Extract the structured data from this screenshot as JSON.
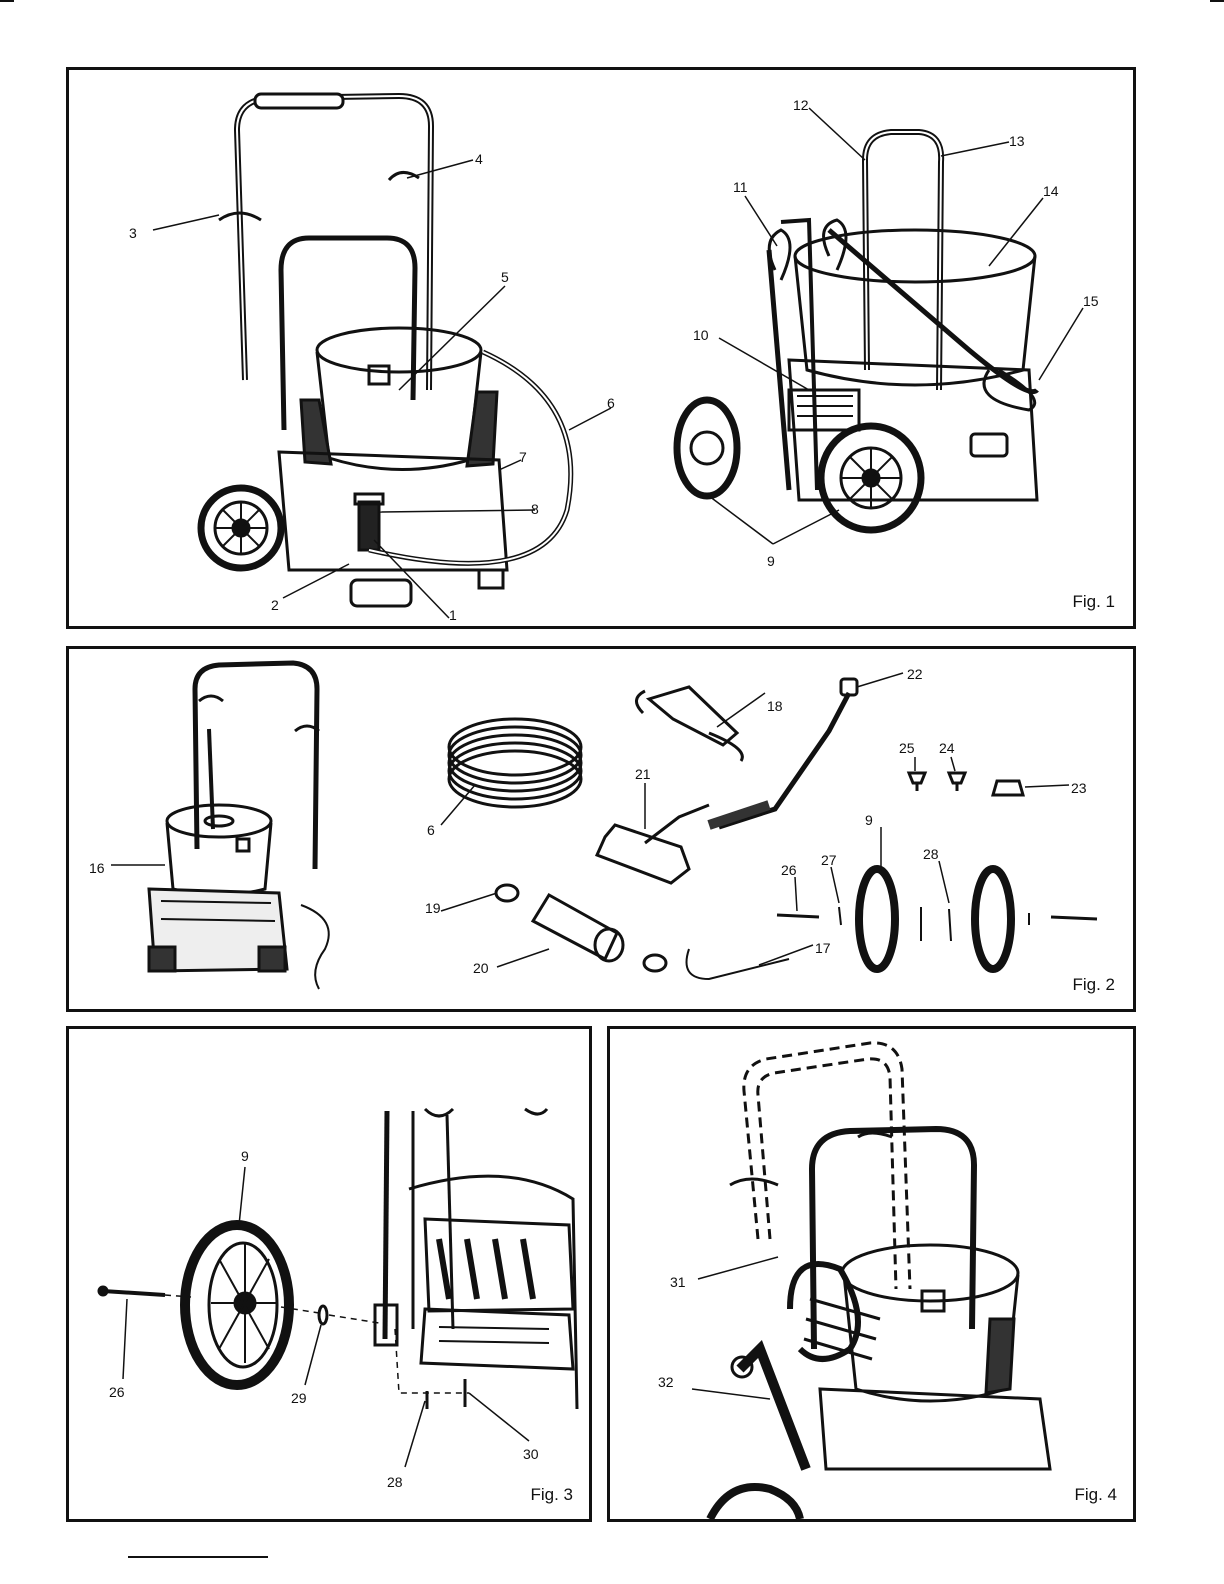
{
  "figures": [
    {
      "label": "Fig. 1",
      "callouts": [
        "1",
        "2",
        "3",
        "4",
        "5",
        "6",
        "7",
        "8",
        "9",
        "10",
        "11",
        "12",
        "13",
        "14",
        "15"
      ]
    },
    {
      "label": "Fig. 2",
      "callouts": [
        "6",
        "9",
        "16",
        "17",
        "18",
        "19",
        "20",
        "21",
        "22",
        "23",
        "24",
        "25",
        "26",
        "27",
        "28"
      ]
    },
    {
      "label": "Fig. 3",
      "callouts": [
        "9",
        "26",
        "28",
        "29",
        "30"
      ]
    },
    {
      "label": "Fig. 4",
      "callouts": [
        "31",
        "32"
      ]
    }
  ]
}
